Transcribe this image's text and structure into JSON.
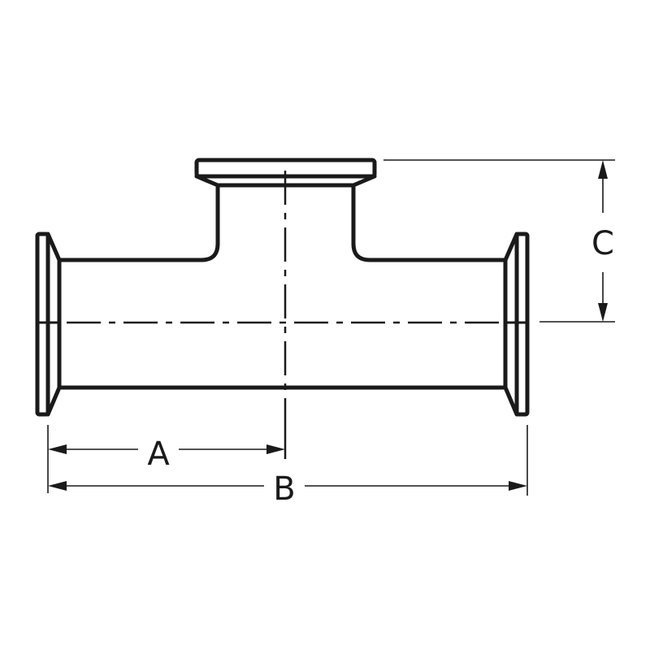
{
  "diagram": {
    "subject": "Sanitary clamp tee fitting (side view)",
    "colors": {
      "line": "#1a1a1a",
      "background": "#ffffff"
    },
    "dimensions": {
      "A": {
        "label": "A",
        "description": "Flange face to branch centerline"
      },
      "B": {
        "label": "B",
        "description": "Overall length face to face"
      },
      "C": {
        "label": "C",
        "description": "Run centerline to branch flange face"
      }
    }
  }
}
